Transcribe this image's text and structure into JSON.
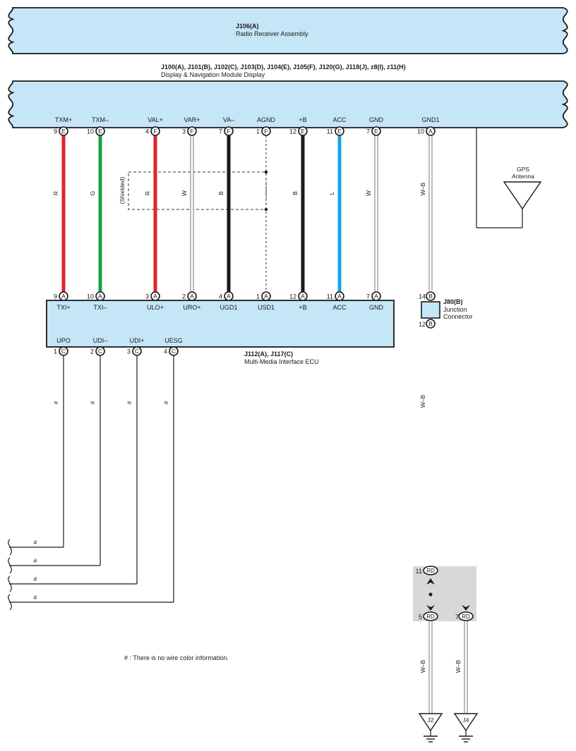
{
  "radio": {
    "code": "J106(A)",
    "name": "Radio Receiver Assembly"
  },
  "display": {
    "codes": "J100(A), J101(B), J102(C), J103(D), J104(E), J105(F), J120(G), J118(J), z8(I), z11(H)",
    "name": "Display & Navigation Module Display"
  },
  "ecu": {
    "codes": "J112(A), J117(C)",
    "name": "Multi-Media Interface ECU"
  },
  "junction": {
    "code": "J80(B)",
    "name_line1": "Junction",
    "name_line2": "Connector",
    "pin_top": "14",
    "conn_top": "B",
    "pin_bottom": "12",
    "conn_bottom": "B"
  },
  "gps": {
    "line1": "GPS",
    "line2": "Antenna"
  },
  "shield_label": "(Shielded)",
  "colors": {
    "box_fill": "#c5e6f7",
    "red": "#e0252b",
    "green": "#1aa04a",
    "blue": "#1aa5e0",
    "black": "#1a1a1a",
    "white": "#ffffff",
    "splice_fill": "#d8d8d8"
  },
  "display_pins": [
    {
      "label": "TXM+",
      "num": "9",
      "conn": "E",
      "wire": "R",
      "color": "red"
    },
    {
      "label": "TXM–",
      "num": "10",
      "conn": "E",
      "wire": "G",
      "color": "green"
    },
    {
      "label": "VAL+",
      "num": "4",
      "conn": "F",
      "wire": "R",
      "color": "red"
    },
    {
      "label": "VAR+",
      "num": "3",
      "conn": "F",
      "wire": "W",
      "color": "white"
    },
    {
      "label": "VA–",
      "num": "7",
      "conn": "F",
      "wire": "B",
      "color": "black"
    },
    {
      "label": "AGND",
      "num": "1",
      "conn": "F",
      "wire": "",
      "color": "dashed"
    },
    {
      "label": "+B",
      "num": "12",
      "conn": "E",
      "wire": "B",
      "color": "black"
    },
    {
      "label": "ACC",
      "num": "11",
      "conn": "E",
      "wire": "L",
      "color": "blue"
    },
    {
      "label": "GND",
      "num": "7",
      "conn": "E",
      "wire": "W",
      "color": "white"
    },
    {
      "label": "GND1",
      "num": "10",
      "conn": "A",
      "wire": "W–B",
      "color": "white"
    }
  ],
  "ecu_top_pins": [
    {
      "label": "TXI+",
      "num": "9",
      "conn": "A"
    },
    {
      "label": "TXI–",
      "num": "10",
      "conn": "A"
    },
    {
      "label": "ULO+",
      "num": "3",
      "conn": "A"
    },
    {
      "label": "URO+",
      "num": "2",
      "conn": "A"
    },
    {
      "label": "UGD1",
      "num": "4",
      "conn": "A"
    },
    {
      "label": "USD1",
      "num": "1",
      "conn": "A"
    },
    {
      "label": "+B",
      "num": "12",
      "conn": "A"
    },
    {
      "label": "ACC",
      "num": "11",
      "conn": "A"
    },
    {
      "label": "GND",
      "num": "7",
      "conn": "A"
    }
  ],
  "ecu_bottom_pins": [
    {
      "label": "UPO",
      "num": "1",
      "conn": "C",
      "wire": "#"
    },
    {
      "label": "UDI–",
      "num": "2",
      "conn": "C",
      "wire": "#"
    },
    {
      "label": "UDI+",
      "num": "3",
      "conn": "C",
      "wire": "#"
    },
    {
      "label": "UESG",
      "num": "4",
      "conn": "C",
      "wire": "#"
    }
  ],
  "gnd1_wire_lower": "W–B",
  "splice": {
    "in_num": "11",
    "in_conn": "RD",
    "out1_num": "5",
    "out1_conn": "RD",
    "out2_num": "7",
    "out2_conn": "RD"
  },
  "grounds": [
    {
      "code": "J2",
      "wire": "W–B"
    },
    {
      "code": "J4",
      "wire": "W–B"
    }
  ],
  "note": "# : There is no wire color information."
}
